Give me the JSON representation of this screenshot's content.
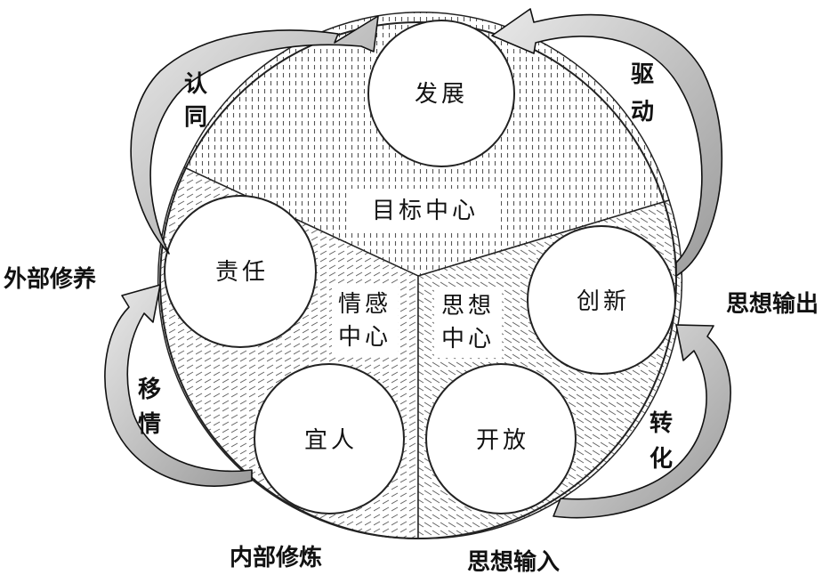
{
  "center": {
    "goal": "目标中心",
    "emotion": [
      "情感",
      "中心"
    ],
    "thought": [
      "思想",
      "中心"
    ]
  },
  "nodes": {
    "development": "发展",
    "responsibility": "责任",
    "innovation": "创新",
    "pleasant": "宜人",
    "openness": "开放"
  },
  "arrows": {
    "recognition": [
      "认",
      "同"
    ],
    "drive": [
      "驱",
      "动"
    ],
    "empathy": [
      "移",
      "情"
    ],
    "transform": [
      "转",
      "化"
    ]
  },
  "outer": {
    "external_cultivation": "外部修养",
    "internal_refinement": "内部修炼",
    "thought_output": "思想输出",
    "thought_input": "思想输入"
  }
}
